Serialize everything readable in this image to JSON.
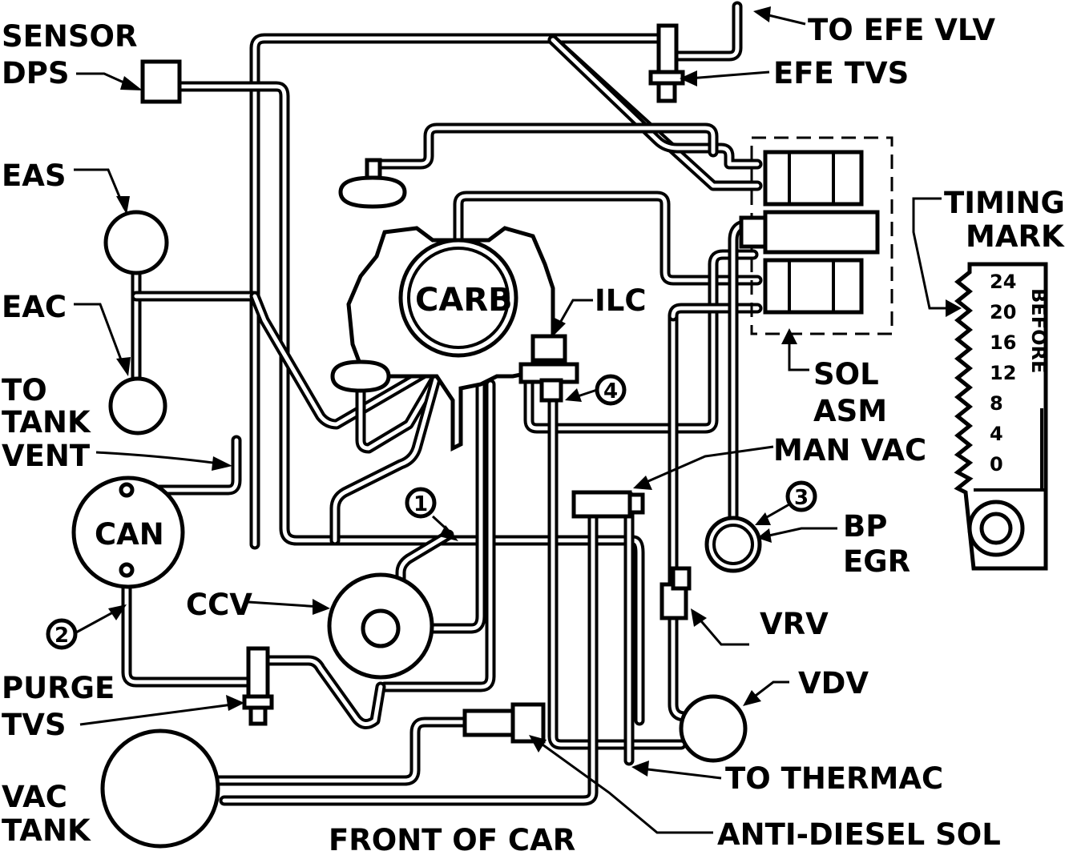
{
  "labels": {
    "sensor_dps_1": "SENSOR",
    "sensor_dps_2": "DPS",
    "eas": "EAS",
    "eac": "EAC",
    "to_tank_vent_1": "TO",
    "to_tank_vent_2": "TANK",
    "to_tank_vent_3": "VENT",
    "can": "CAN",
    "ccv": "CCV",
    "purge_tvs_1": "PURGE",
    "purge_tvs_2": "TVS",
    "vac_tank_1": "VAC",
    "vac_tank_2": "TANK",
    "front_of_car": "FRONT OF CAR",
    "to_efe_vlv": "TO EFE VLV",
    "efe_tvs": "EFE TVS",
    "carb": "CARB",
    "ilc": "ILC",
    "timing_mark_1": "TIMING",
    "timing_mark_2": "MARK",
    "sol_asm_1": "SOL",
    "sol_asm_2": "ASM",
    "man_vac": "MAN VAC",
    "bp_egr_1": "BP",
    "bp_egr_2": "EGR",
    "vrv": "VRV",
    "vdv": "VDV",
    "to_thermac": "TO THERMAC",
    "anti_diesel_sol": "ANTI-DIESEL SOL",
    "before": "BEFORE"
  },
  "callouts": {
    "c1": "1",
    "c2": "2",
    "c3": "3",
    "c4": "4"
  },
  "timing_scale": [
    "24",
    "20",
    "16",
    "12",
    "8",
    "4",
    "0"
  ]
}
